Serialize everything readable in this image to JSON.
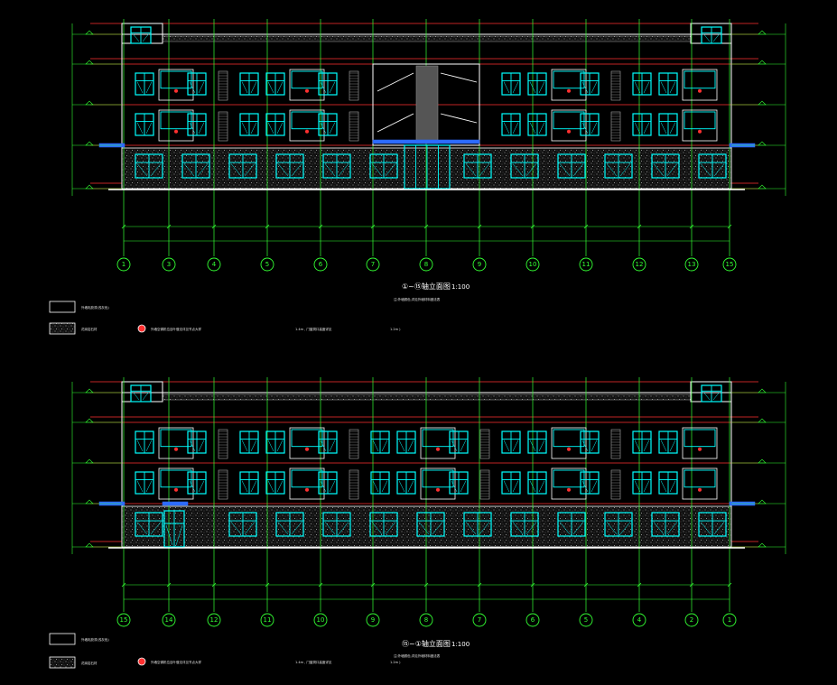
{
  "colors": {
    "background": "#000000",
    "grid": "#33ff33",
    "floor_line": "#ff3030",
    "window": "#00ffff",
    "outline": "#ffffff",
    "glass": "#2d6bff",
    "plinth": "#1a1a1a",
    "dim": "#33ff33"
  },
  "elevations": [
    {
      "id": "front",
      "title": "①~⑮轴立面图",
      "scale": "1:100",
      "note": "注:外墙颜色,详见外墙材料做法表",
      "axis_labels": [
        "1",
        "3",
        "4",
        "5",
        "6",
        "7",
        "8",
        "9",
        "10",
        "11",
        "12",
        "13",
        "15"
      ],
      "legend": [
        {
          "text": "外墙乳胶漆(浅灰色)"
        },
        {
          "text": "花岗岩石材",
          "extra": "外墙空调机位百叶做法详见节点大样",
          "note1": "1.4m , 门窗洞口高度详见",
          "note2": "1.2m )"
        }
      ],
      "has_stair_core": true
    },
    {
      "id": "rear",
      "title": "⑮~①轴立面图",
      "scale": "1:100",
      "note": "注:外墙颜色,详见外墙材料做法表",
      "axis_labels": [
        "15",
        "14",
        "12",
        "11",
        "10",
        "9",
        "8",
        "7",
        "6",
        "5",
        "4",
        "2",
        "1"
      ],
      "legend": [
        {
          "text": "外墙乳胶漆(浅灰色)"
        },
        {
          "text": "花岗岩石材",
          "extra": "外墙空调机位百叶做法详见节点大样",
          "note1": "1.4m , 门窗洞口高度详见",
          "note2": "1.2m )"
        }
      ],
      "has_stair_core": false
    }
  ]
}
